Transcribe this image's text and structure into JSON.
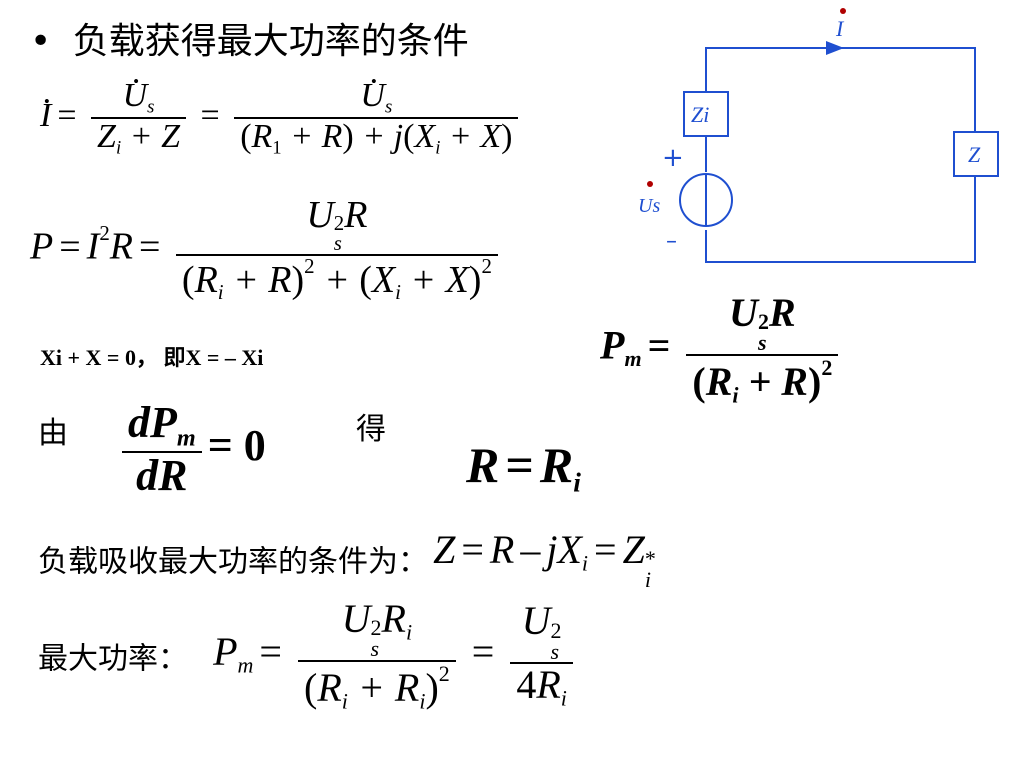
{
  "title": {
    "bullet": "•",
    "text": "负载获得最大功率的条件"
  },
  "text": {
    "condition_note": "Xi + X = 0， 即X = – Xi",
    "by": "由",
    "get": "得",
    "absorb_condition": "负载吸收最大功率的条件为：",
    "max_power": "最大功率："
  },
  "circuit": {
    "current_label": "I",
    "zi_label": "Zi",
    "z_label": "Z",
    "us_label": "Us",
    "plus": "+",
    "minus": "–",
    "wire_color": "#1f4fd0",
    "dot_color": "#b00000"
  }
}
